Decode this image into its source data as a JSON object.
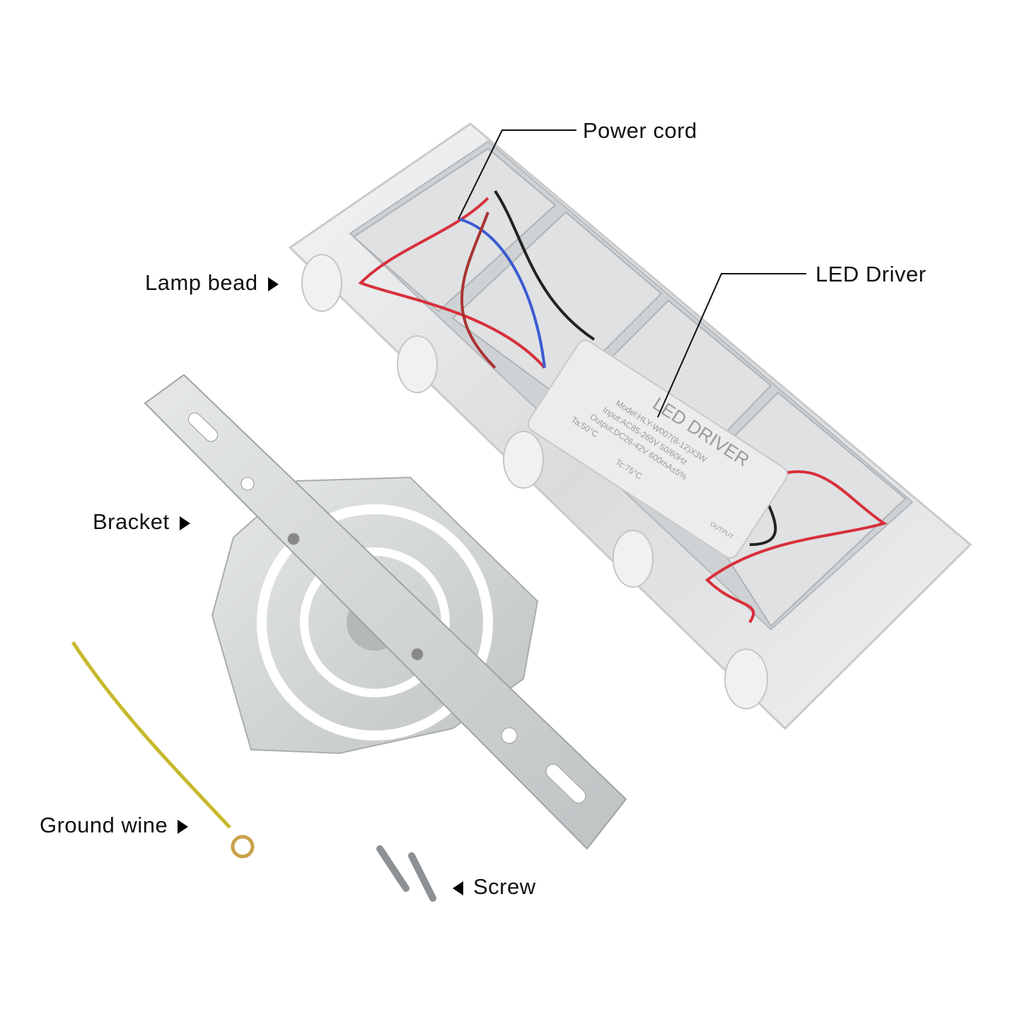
{
  "labels": {
    "power_cord": "Power cord",
    "led_driver": "LED Driver",
    "lamp_bead": "Lamp bead",
    "bracket": "Bracket",
    "ground_wire": "Ground wine",
    "screw": "Screw"
  },
  "driver_label": {
    "title": "LED DRIVER",
    "model": "Model:HLY-W007(8-12)X3W",
    "input": "Input:AC85-265V  50/60Hz",
    "output": "Output:DC26-42V 600mA±5%",
    "ta": "Ta:50°C",
    "tc": "Tc:75°C",
    "output_mark": "OUTPUT"
  }
}
